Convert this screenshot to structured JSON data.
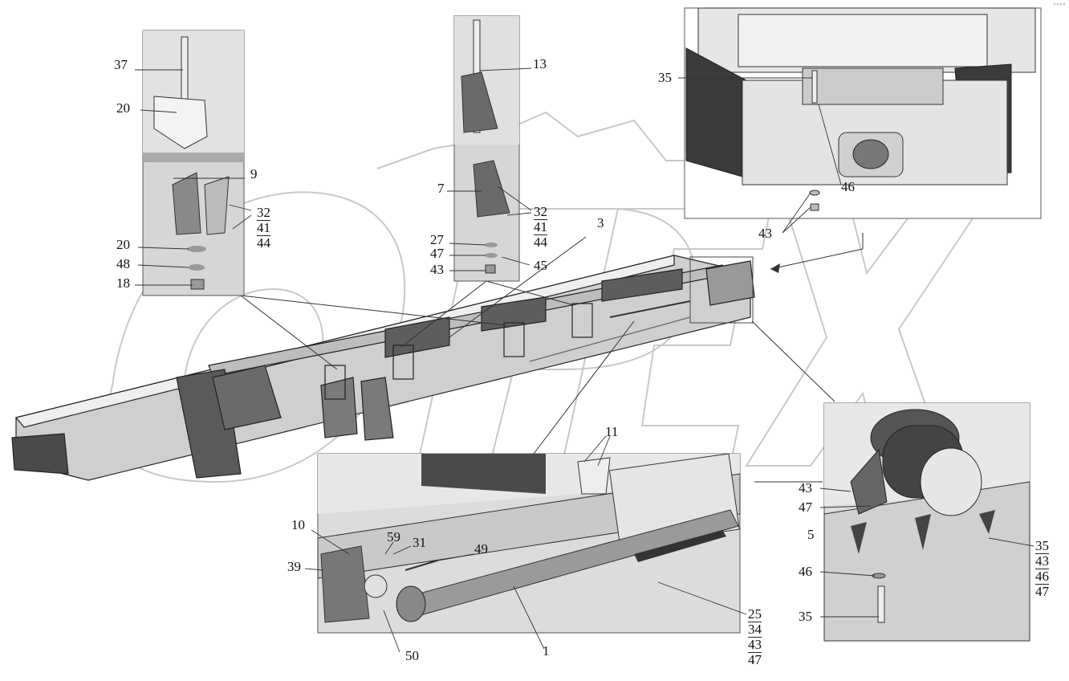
{
  "watermark": "OPEX",
  "corner_mark": "°°°°",
  "panel_top_left": {
    "labels": [
      "37",
      "20",
      "9",
      "20",
      "48",
      "18"
    ],
    "stack": [
      "32",
      "41",
      "44"
    ]
  },
  "panel_top_middle": {
    "labels": [
      "13",
      "7",
      "27",
      "47",
      "43"
    ],
    "stack_a": [
      "32",
      "41",
      "44"
    ],
    "stack_b": [
      "44",
      "45"
    ]
  },
  "panel_top_right": {
    "labels": [
      "35",
      "46",
      "43"
    ]
  },
  "frame": {
    "label": "3"
  },
  "panel_bottom_middle": {
    "labels": [
      "11",
      "10",
      "59",
      "31",
      "49",
      "39",
      "50",
      "1"
    ],
    "stack": [
      "25",
      "34",
      "43",
      "47"
    ]
  },
  "panel_bottom_right": {
    "labels": [
      "43",
      "47",
      "5",
      "46",
      "35"
    ],
    "stack": [
      "35",
      "43",
      "46",
      "47"
    ]
  }
}
